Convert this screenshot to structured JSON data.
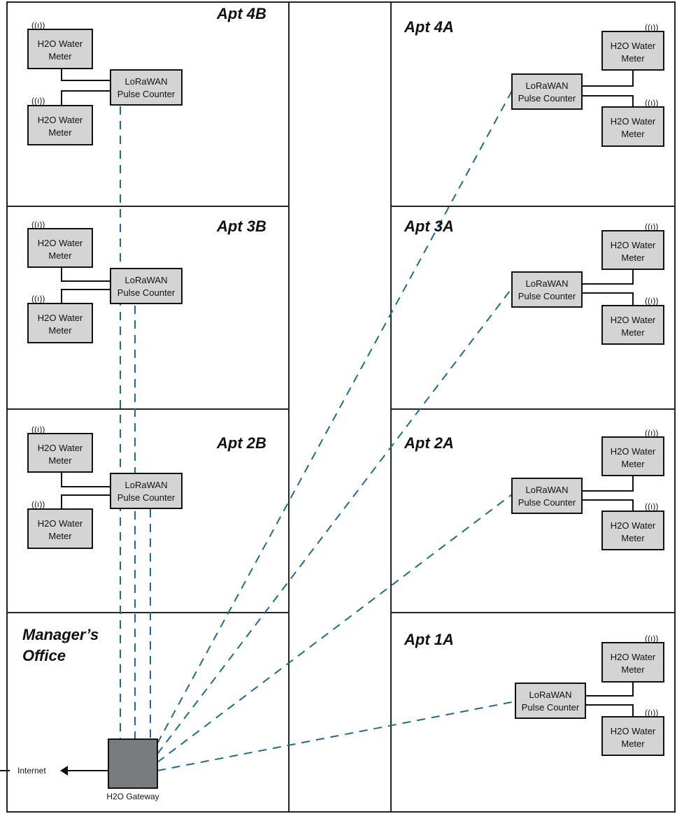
{
  "rooms": {
    "apt_4b": "Apt 4B",
    "apt_3b": "Apt 3B",
    "apt_2b": "Apt 2B",
    "manager_office_line1": "Manager’s",
    "manager_office_line2": "Office",
    "apt_4a": "Apt 4A",
    "apt_3a": "Apt 3A",
    "apt_2a": "Apt 2A",
    "apt_1a": "Apt 1A"
  },
  "device_labels": {
    "meter_line1": "H2O Water",
    "meter_line2": "Meter",
    "counter_line1": "LoRaWAN",
    "counter_line2": "Pulse Counter",
    "gateway": "H2O Gateway",
    "internet": "Internet",
    "antenna_glyph": "((ı))"
  },
  "colors": {
    "link": "#1f6a8a",
    "device_fill": "#d4d4d4",
    "gateway_fill": "#7a7b7f"
  }
}
